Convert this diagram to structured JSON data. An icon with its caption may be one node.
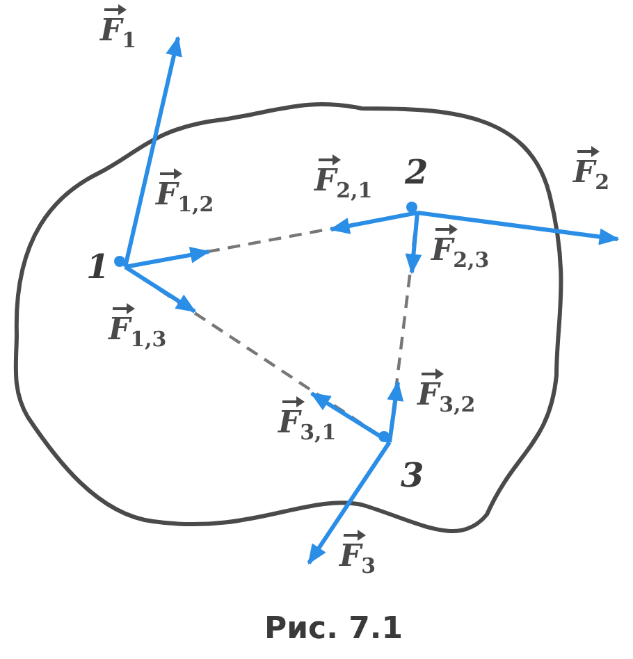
{
  "diagram": {
    "caption": "Рис. 7.1",
    "nodes": [
      {
        "text": [
          "1"
        ]
      },
      {
        "text": [
          "2"
        ]
      },
      {
        "text": [
          "3"
        ]
      }
    ],
    "edges": [
      {
        "from": 0,
        "to": 1,
        "arrow": "none",
        "style": "dashed"
      },
      {
        "from": 1,
        "to": 2,
        "arrow": "none",
        "style": "dashed"
      },
      {
        "from": 0,
        "to": 2,
        "arrow": "none",
        "style": "dashed"
      }
    ],
    "labels": [
      "F$_{1}$",
      "F$_{2,1}$",
      "F$_{2}$",
      "F$_{1,2}$",
      "F$_{2,3}$",
      "F$_{1,3}$",
      "F$_{3,2}$",
      "F$_{3,1}$",
      "F$_{3}$"
    ]
  }
}
